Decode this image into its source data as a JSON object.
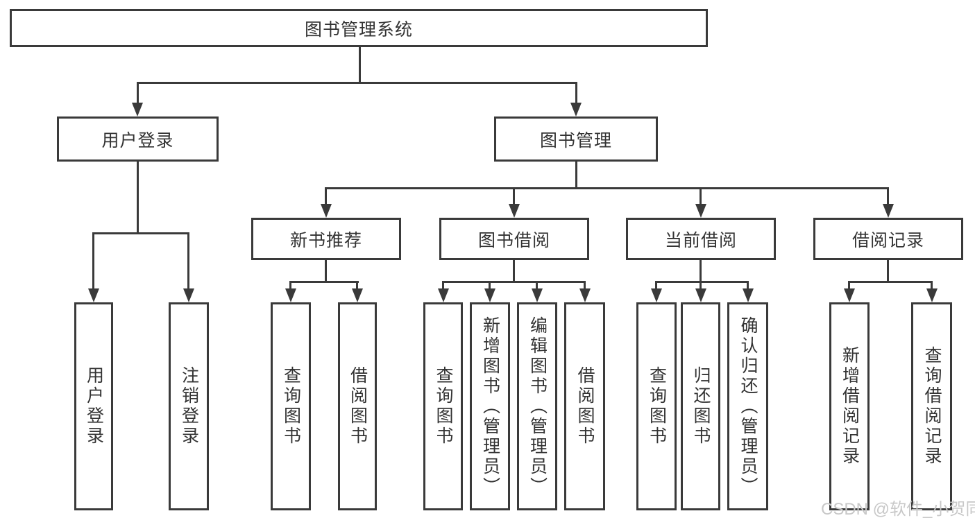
{
  "diagram": {
    "title": "图书管理系统",
    "type": "hierarchy-tree",
    "colors": {
      "line": "#3a3a3a",
      "text": "#333333",
      "background": "#ffffff",
      "watermark": "#c8c8c8"
    },
    "nodes": {
      "root": {
        "label": "图书管理系统"
      },
      "user_login": {
        "label": "用户登录"
      },
      "book_mgmt": {
        "label": "图书管理"
      },
      "new_book_rec": {
        "label": "新书推荐"
      },
      "book_borrow": {
        "label": "图书借阅"
      },
      "current_borrow": {
        "label": "当前借阅"
      },
      "borrow_record": {
        "label": "借阅记录"
      },
      "leaf_user_login": {
        "label": "用户登录"
      },
      "leaf_logout": {
        "label": "注销登录"
      },
      "leaf_query_book_rec": {
        "label": "查询图书"
      },
      "leaf_borrow_book_rec": {
        "label": "借阅图书"
      },
      "leaf_query_book_borrow": {
        "label": "查询图书"
      },
      "leaf_add_book_admin": {
        "label": "新增图书（管理员）"
      },
      "leaf_edit_book_admin": {
        "label": "编辑图书（管理员）"
      },
      "leaf_borrow_book": {
        "label": "借阅图书"
      },
      "leaf_query_book_current": {
        "label": "查询图书"
      },
      "leaf_return_book": {
        "label": "归还图书"
      },
      "leaf_confirm_return_admin": {
        "label": "确认归还（管理员）"
      },
      "leaf_add_borrow_record": {
        "label": "新增借阅记录"
      },
      "leaf_query_borrow_record": {
        "label": "查询借阅记录"
      }
    },
    "structure": [
      {
        "parent": "图书管理系统",
        "children": [
          "用户登录",
          "图书管理"
        ]
      },
      {
        "parent": "用户登录",
        "children": [
          "用户登录",
          "注销登录"
        ]
      },
      {
        "parent": "图书管理",
        "children": [
          "新书推荐",
          "图书借阅",
          "当前借阅",
          "借阅记录"
        ]
      },
      {
        "parent": "新书推荐",
        "children": [
          "查询图书",
          "借阅图书"
        ]
      },
      {
        "parent": "图书借阅",
        "children": [
          "查询图书",
          "新增图书（管理员）",
          "编辑图书（管理员）",
          "借阅图书"
        ]
      },
      {
        "parent": "当前借阅",
        "children": [
          "查询图书",
          "归还图书",
          "确认归还（管理员）"
        ]
      },
      {
        "parent": "借阅记录",
        "children": [
          "新增借阅记录",
          "查询借阅记录"
        ]
      }
    ],
    "watermark": "CSDN @软件_小贺同学"
  }
}
